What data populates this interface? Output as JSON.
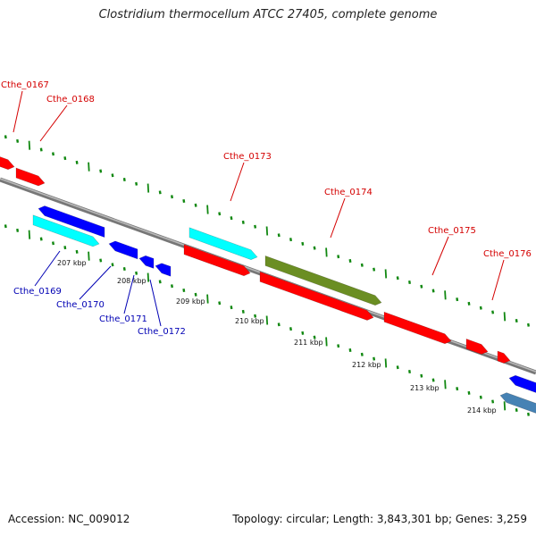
{
  "title": "Clostridium thermocellum ATCC 27405, complete genome",
  "footer": {
    "accession": "Accession: NC_009012",
    "summary": "Topology: circular; Length: 3,843,301 bp; Genes: 3,259"
  },
  "colors": {
    "forward_gene": "#ff0000",
    "reverse_gene": "#0000ff",
    "cyan_gene": "#00ffff",
    "olive_gene": "#6b8e23",
    "steel_gene": "#4682b4",
    "backbone": "#888888",
    "tick": "#118811",
    "label_red": "#d40000",
    "label_blue": "#0000b4"
  },
  "tick_labels": [
    "207 kbp",
    "208 kbp",
    "209 kbp",
    "210 kbp",
    "211 kbp",
    "212 kbp",
    "213 kbp",
    "214 kbp"
  ],
  "gene_labels": {
    "forward": [
      "Cthe_0167",
      "Cthe_0168",
      "Cthe_0173",
      "Cthe_0174",
      "Cthe_0175",
      "Cthe_0176"
    ],
    "reverse": [
      "Cthe_0169",
      "Cthe_0170",
      "Cthe_0171",
      "Cthe_0172"
    ]
  }
}
